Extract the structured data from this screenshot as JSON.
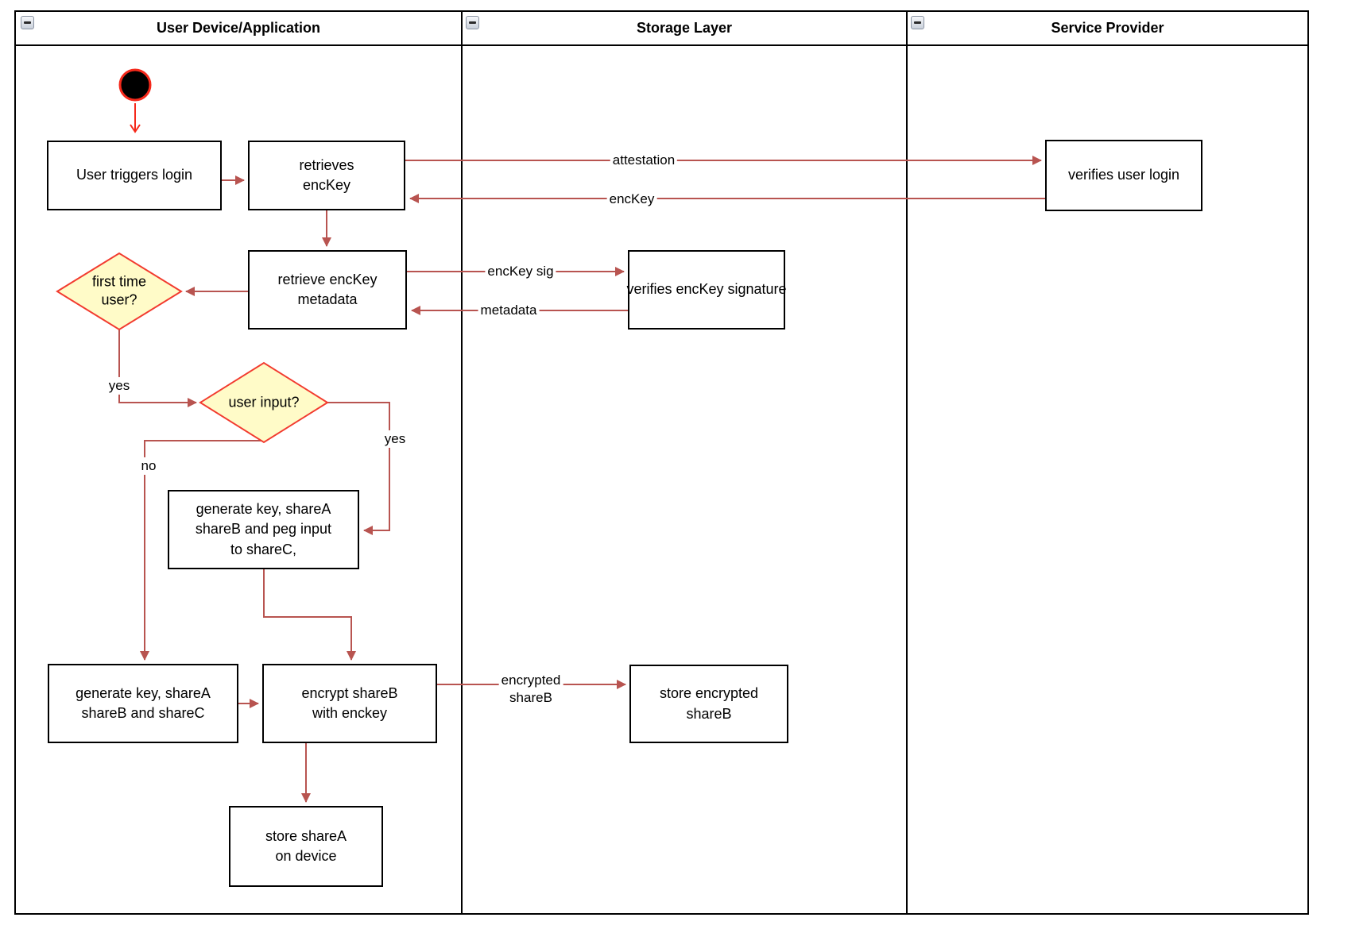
{
  "lanes": [
    {
      "title": "User Device/Application"
    },
    {
      "title": "Storage Layer"
    },
    {
      "title": "Service Provider"
    }
  ],
  "nodes": {
    "user_triggers_login": "User triggers login",
    "retrieves_enckey": "retrieves\nencKey",
    "verifies_user_login": "verifies user login",
    "retrieve_enckey_metadata": "retrieve encKey\nmetadata",
    "first_time_user": "first time\nuser?",
    "verifies_enckey_signature": "verifies encKey signature",
    "user_input": "user input?",
    "generate_key_peg_input": "generate key, shareA\nshareB and peg input\nto shareC,",
    "generate_key_shares": "generate key, shareA\nshareB and shareC",
    "encrypt_shareb": "encrypt shareB\nwith enckey",
    "store_encrypted_shareb": "store encrypted\nshareB",
    "store_sharea": "store shareA\non device"
  },
  "edge_labels": {
    "attestation": "attestation",
    "enckey": "encKey",
    "enckey_sig": "encKey sig",
    "metadata": "metadata",
    "yes_first_time": "yes",
    "yes_user_input": "yes",
    "no_user_input": "no",
    "encrypted_shareb": "encrypted\nshareB"
  },
  "colors": {
    "connector": "#B85450",
    "start_arrow": "#F5291B",
    "decision_fill": "#FFFBC8",
    "decision_stroke": "#F23B2F",
    "shape_border": "#000000",
    "shape_fill": "#FFFFFF"
  }
}
